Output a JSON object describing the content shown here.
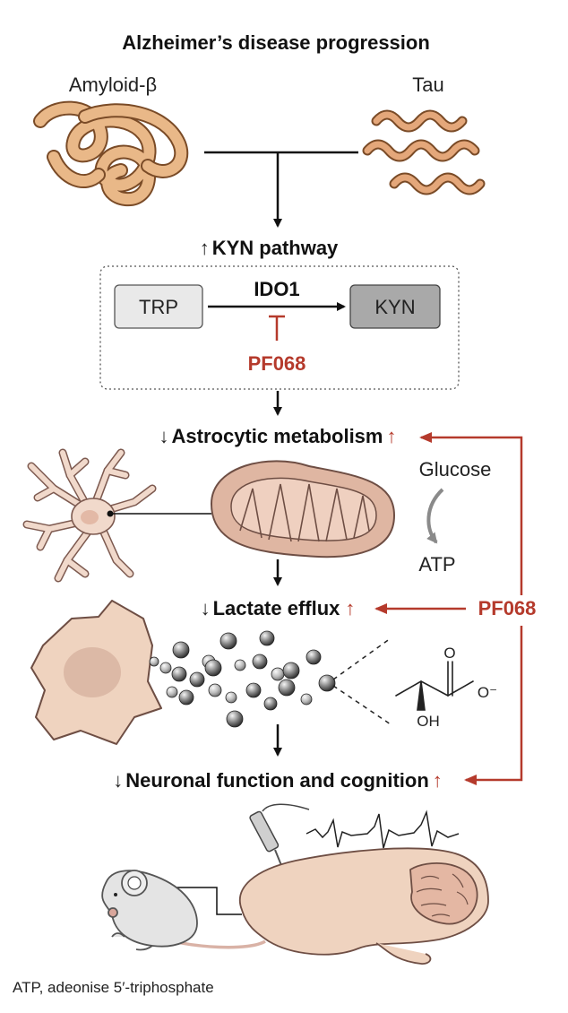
{
  "title": "Alzheimer’s disease progression",
  "inputs": {
    "amyloid": "Amyloid-β",
    "tau": "Tau"
  },
  "kyn": {
    "heading_arrow": "↑",
    "heading": "KYN pathway",
    "substrate": "TRP",
    "enzyme": "IDO1",
    "product": "KYN",
    "inhibitor": "PF068"
  },
  "astro": {
    "down": "↓",
    "label": "Astrocytic metabolism",
    "up": "↑"
  },
  "energy": {
    "glucose": "Glucose",
    "atp": "ATP"
  },
  "lactate": {
    "down": "↓",
    "label": "Lactate efflux",
    "up": "↑",
    "drug": "PF068"
  },
  "chem": {
    "o": "O",
    "o_minus": "O⁻",
    "oh": "OH"
  },
  "neuronal": {
    "down": "↓",
    "label": "Neuronal function and cognition",
    "up": "↑"
  },
  "footnote": "ATP, adeonise 5′-triphosphate",
  "colors": {
    "red": "#b53a2c",
    "tan": "#e9b888",
    "tan_dark": "#d89a5e",
    "cell": "#efd3bf",
    "mito": "#dfb6a2"
  }
}
